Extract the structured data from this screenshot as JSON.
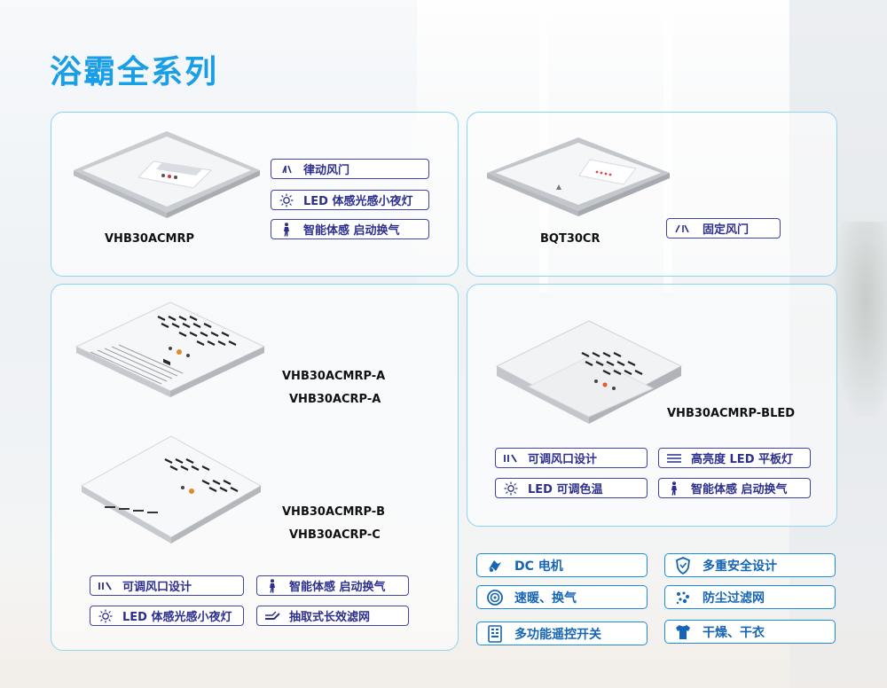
{
  "title": "浴霸全系列",
  "products": {
    "p1": {
      "model": "VHB30ACMRP",
      "features": [
        "律动风门",
        "LED 体感光感小夜灯",
        "智能体感  启动换气"
      ]
    },
    "p2": {
      "model": "BQT30CR",
      "features": [
        "固定风门"
      ]
    },
    "p3": {
      "models": [
        "VHB30ACMRP-A",
        "VHB30ACRP-A"
      ]
    },
    "p4": {
      "models": [
        "VHB30ACMRP-B",
        "VHB30ACRP-C"
      ],
      "features": [
        "可调风口设计",
        "智能体感  启动换气",
        "LED 体感光感小夜灯",
        "抽取式长效滤网"
      ]
    },
    "p5": {
      "model": "VHB30ACMRP-BLED",
      "features": [
        "可调风口设计",
        "高亮度 LED 平板灯",
        "LED 可调色温",
        "智能体感  启动换气"
      ]
    }
  },
  "common_features": [
    "DC 电机",
    "多重安全设计",
    "速暖、换气",
    "防尘过滤网",
    "多功能遥控开关",
    "干燥、干衣"
  ],
  "colors": {
    "title": "#1a9ee5",
    "panel_border": "#8fd3f2",
    "feature_border": "#3f44a8",
    "feature_text": "#2c2f8c",
    "common_border": "#1b8ed8",
    "common_text": "#1565b4"
  }
}
